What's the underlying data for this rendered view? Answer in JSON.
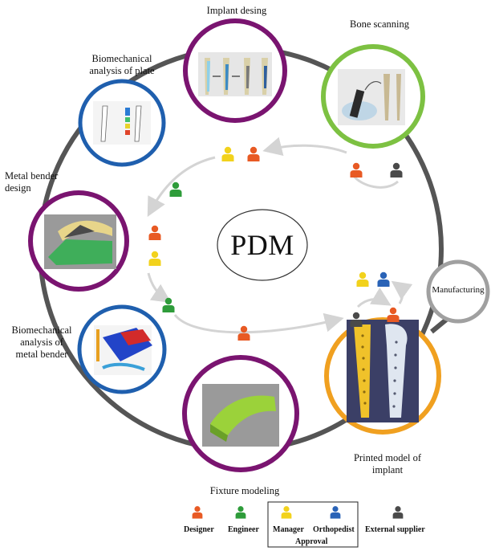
{
  "center": {
    "label": "PDM"
  },
  "stages": [
    {
      "id": "implant-design",
      "label": "Implant desing",
      "ring_color": "#7a1470"
    },
    {
      "id": "bone-scanning",
      "label": "Bone scanning",
      "ring_color": "#7dc142"
    },
    {
      "id": "biomechanical-plate",
      "label": "Biomechanical\nanalysis of plate",
      "ring_color": "#1f5fae"
    },
    {
      "id": "metal-bender-design",
      "label": "Metal bender\ndesign",
      "ring_color": "#7a1470"
    },
    {
      "id": "biomechanical-bender",
      "label": "Biomechanical\nanalysis of\nmetal bender",
      "ring_color": "#1f5fae"
    },
    {
      "id": "fixture-modeling",
      "label": "Fixture modeling",
      "ring_color": "#7a1470"
    },
    {
      "id": "printed-model",
      "label": "Printed model of\nimplant",
      "ring_color": "#f0a020"
    },
    {
      "id": "manufacturing",
      "label": "Manufacturing",
      "ring_color": "#a0a0a0"
    }
  ],
  "roles": {
    "designer": {
      "label": "Designer",
      "color": "#e85a24"
    },
    "engineer": {
      "label": "Engineer",
      "color": "#2e9c3a"
    },
    "manager": {
      "label": "Manager",
      "color": "#f2d21c"
    },
    "orthopedist": {
      "label": "Orthopedist",
      "color": "#2a63b7"
    },
    "external": {
      "label": "External supplier",
      "color": "#4a4a4a"
    }
  },
  "legend": {
    "approval_label": "Approval"
  },
  "colors": {
    "cycle_ring": "#555555",
    "flow_arrow": "#d4d4d4"
  }
}
